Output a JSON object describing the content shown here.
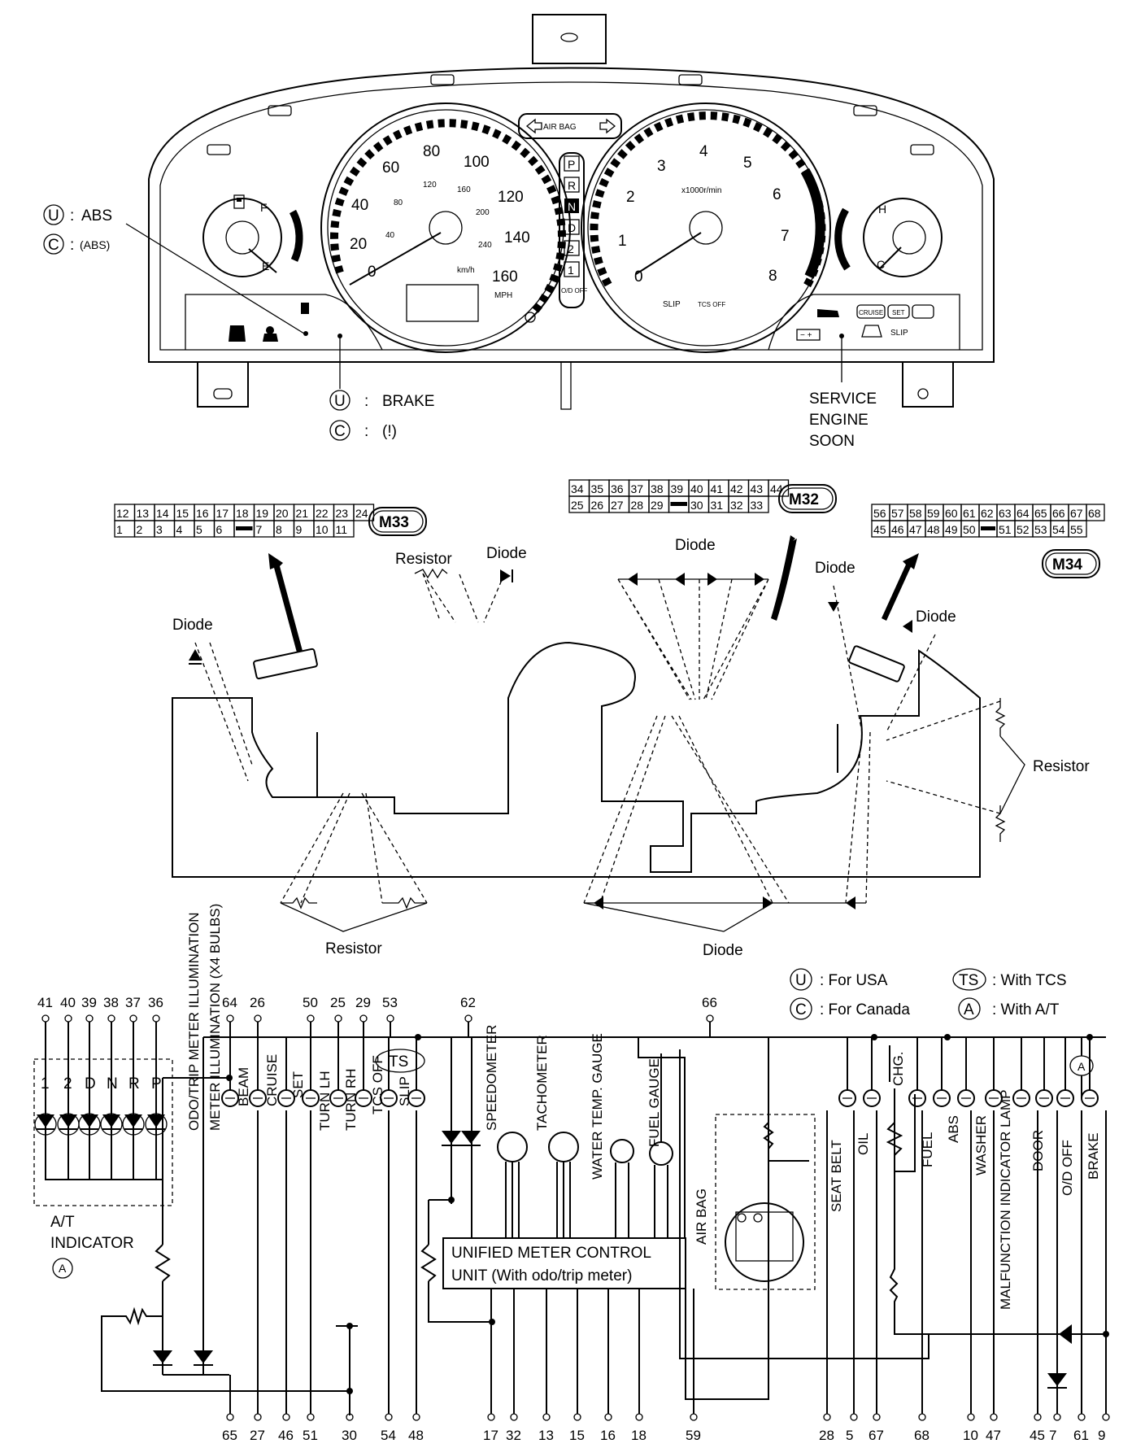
{
  "cluster": {
    "left_callout_u": "ABS",
    "left_callout_c": "(ABS)",
    "bottom_callout_u": "BRAKE",
    "bottom_callout_c": "(!)",
    "service_engine_soon": [
      "SERVICE",
      "ENGINE",
      "SOON"
    ],
    "airbag_label": "AIR BAG",
    "speedo_mph": [
      "0",
      "20",
      "40",
      "60",
      "80",
      "100",
      "120",
      "140",
      "160"
    ],
    "speedo_kmh": [
      "40",
      "80",
      "120",
      "160",
      "200",
      "240"
    ],
    "speedo_unit_mph": "MPH",
    "speedo_unit_kmh": "km/h",
    "tacho_numbers": [
      "0",
      "1",
      "2",
      "3",
      "4",
      "5",
      "6",
      "7",
      "8"
    ],
    "tacho_unit": "x1000r/min",
    "gear_positions": [
      "P",
      "R",
      "N",
      "D",
      "2",
      "1",
      "O/D OFF"
    ],
    "fuel_marks": [
      "F",
      "E"
    ],
    "temp_marks": [
      "H",
      "C"
    ],
    "slip": "SLIP",
    "tcs_off": "TCS OFF",
    "indicators_right": [
      "CRUISE",
      "SET"
    ],
    "letter_u": "U",
    "letter_c": "C"
  },
  "connectors": {
    "m33": {
      "name": "M33",
      "top": [
        "12",
        "13",
        "14",
        "15",
        "16",
        "17",
        "18",
        "19",
        "20",
        "21",
        "22",
        "23",
        "24"
      ],
      "bottom": [
        "1",
        "2",
        "3",
        "4",
        "5",
        "6",
        "",
        "7",
        "8",
        "9",
        "10",
        "11"
      ]
    },
    "m32": {
      "name": "M32",
      "top": [
        "34",
        "35",
        "36",
        "37",
        "38",
        "39",
        "40",
        "41",
        "42",
        "43",
        "44"
      ],
      "bottom": [
        "25",
        "26",
        "27",
        "28",
        "29",
        "",
        "30",
        "31",
        "32",
        "33"
      ]
    },
    "m34": {
      "name": "M34",
      "top": [
        "56",
        "57",
        "58",
        "59",
        "60",
        "61",
        "62",
        "63",
        "64",
        "65",
        "66",
        "67",
        "68"
      ],
      "bottom": [
        "45",
        "46",
        "47",
        "48",
        "49",
        "50",
        "",
        "51",
        "52",
        "53",
        "54",
        "55"
      ]
    }
  },
  "board_labels": {
    "diode": "Diode",
    "resistor": "Resistor"
  },
  "legend": {
    "u": "U",
    "u_text": ": For USA",
    "c": "C",
    "c_text": ": For Canada",
    "ts": "TS",
    "ts_text": ": With TCS",
    "a": "A",
    "a_text": ": With A/T"
  },
  "schematic": {
    "top_pins": [
      "41",
      "40",
      "39",
      "38",
      "37",
      "36",
      "64",
      "26",
      "50",
      "25",
      "29",
      "53",
      "62",
      "66"
    ],
    "bottom_pins": [
      "65",
      "27",
      "46",
      "51",
      "30",
      "54",
      "48",
      "17",
      "32",
      "13",
      "15",
      "16",
      "18",
      "59",
      "28",
      "5",
      "67",
      "68",
      "10",
      "47",
      "45",
      "7",
      "61",
      "9"
    ],
    "at_indicator_positions": [
      "1",
      "2",
      "D",
      "N",
      "R",
      "P"
    ],
    "at_indicator_label": [
      "A/T",
      "INDICATOR"
    ],
    "vertical_labels": [
      "ODO/TRIP METER ILLUMINATION",
      "METER ILLUMINATION (X4 BULBS)",
      "BEAM",
      "CRUISE",
      "SET",
      "TURN LH",
      "TURN RH",
      "TCS OFF",
      "SLIP",
      "SPEEDOMETER",
      "TACHOMETER",
      "WATER TEMP. GAUGE",
      "FUEL GAUGE",
      "AIR BAG",
      "SEAT BELT",
      "OIL",
      "CHG.",
      "FUEL",
      "ABS",
      "WASHER",
      "MALFUNCTION INDICATOR LAMP",
      "DOOR",
      "O/D OFF",
      "BRAKE"
    ],
    "control_unit": [
      "UNIFIED METER CONTROL",
      "UNIT (With odo/trip meter)"
    ],
    "ts_tag": "TS",
    "a_tag": "A"
  }
}
